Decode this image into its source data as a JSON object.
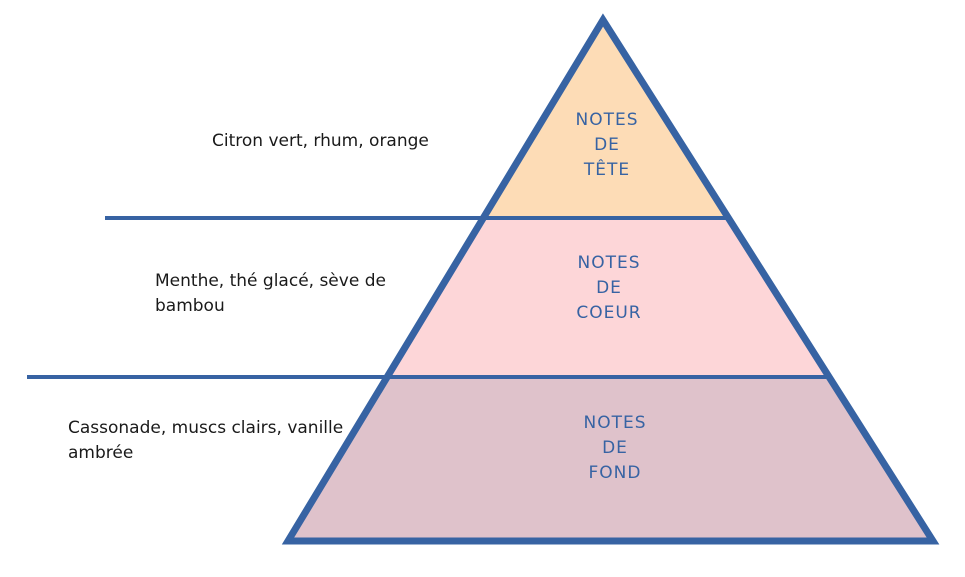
{
  "colors": {
    "outline": "#3763a3",
    "top": "#fddcb6",
    "middle": "#fdd6d8",
    "base": "#dfc2cb"
  },
  "tiers": [
    {
      "lines": [
        "NOTES",
        "DE",
        "TÊTE"
      ],
      "description": "Citron vert, rhum, orange"
    },
    {
      "lines": [
        "NOTES",
        "DE",
        "COEUR"
      ],
      "description_lines": [
        "Menthe, thé glacé, sève de",
        "bambou"
      ]
    },
    {
      "lines": [
        "NOTES",
        "DE",
        "FOND"
      ],
      "description_lines": [
        "Cassonade, muscs clairs, vanille",
        "ambrée"
      ]
    }
  ]
}
